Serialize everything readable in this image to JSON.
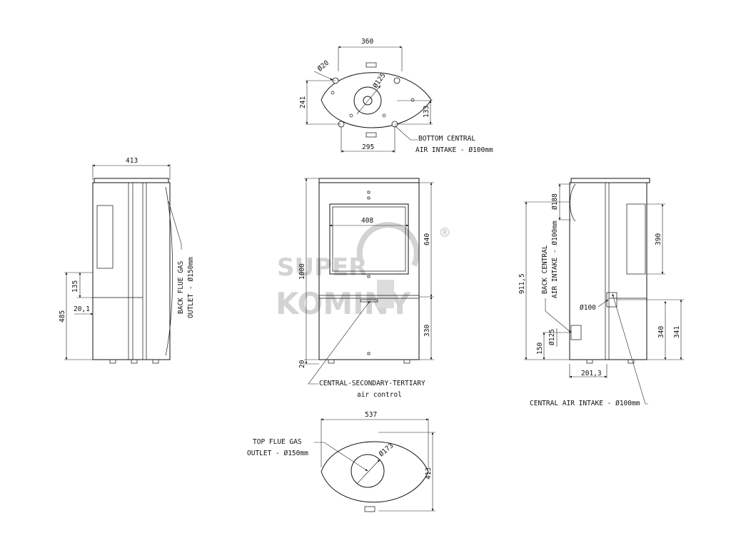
{
  "watermark": {
    "line1": "SUPER",
    "line2": "KOMINY",
    "registered": "®"
  },
  "bottom_view": {
    "dim_width": "360",
    "dim_hole_spacing": "295",
    "dim_height": "241",
    "dim_side": "133",
    "dim_hole_dia": "Ø20",
    "dim_center_dia": "Ø125",
    "callout_line1": "BOTTOM CENTRAL",
    "callout_line2": "AIR INTAKE - Ø100mm"
  },
  "side_view_left": {
    "dim_width": "413",
    "dim_height": "485",
    "dim_135": "135",
    "dim_20_1": "20,1",
    "callout_line1": "BACK FLUE GAS",
    "callout_line2": "OUTLET - Ø150mm"
  },
  "front_view": {
    "dim_height": "1000",
    "dim_door_width": "408",
    "dim_640": "640",
    "dim_330": "330",
    "dim_20": "20",
    "callout_line1": "CENTRAL-SECONDARY-TERTIARY",
    "callout_line2": "air control"
  },
  "side_view_right": {
    "dim_188": "Ø188",
    "dim_390": "390",
    "dim_911_5": "911,5",
    "dim_100": "Ø100",
    "dim_125": "Ø125",
    "dim_150": "150",
    "dim_340": "340",
    "dim_341": "341",
    "dim_201_3": "201,3",
    "callout_back_line1": "BACK CENTRAL",
    "callout_back_line2": "AIR INTAKE - Ø100mm",
    "callout_central": "CENTRAL AIR INTAKE - Ø100mm"
  },
  "top_view": {
    "dim_width": "537",
    "dim_depth": "413",
    "dim_dia": "Ø173",
    "callout_line1": "TOP FLUE GAS",
    "callout_line2": "OUTLET - Ø150mm"
  }
}
